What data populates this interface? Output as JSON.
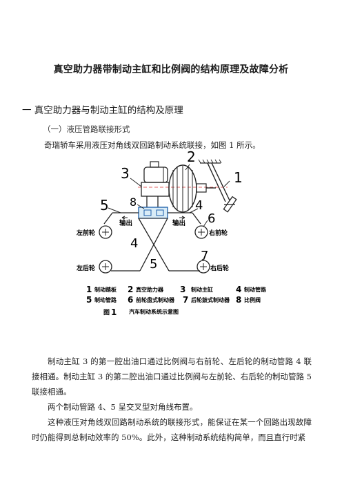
{
  "doc": {
    "title": "真空助力器带制动主缸和比例阀的结构原理及故障分析",
    "section1": "一  真空助力器与制动主缸的结构及原理",
    "subsection1": "（一）液压管路联接形式",
    "intro": "奇瑞轿车采用液压对角线双回路制动系统联接，如图 1 所示。",
    "para1": "制动主缸 3 的第一腔出油口通过比例阀与右前轮、左后轮的制动管路 4 联接相通。制动主缸 3 的第二腔出油口通过比例阀与左前轮、右后轮的制动管路 5 联接相通。",
    "para2": "两个制动管路 4、5 呈交叉型对角线布置。",
    "para3": "这种液压对角线双回路制动系统的联接形式，能保证在某一个回路出现故障时仍能得到总制动效率的 50%。此外，这种制动系统结构简单，而且直行时紧"
  },
  "figure": {
    "num_labels": [
      "1",
      "2",
      "3",
      "4",
      "5",
      "6",
      "7",
      "8"
    ],
    "out_left": "输出",
    "out_right": "输出",
    "wheel_lf": "左前轮",
    "wheel_rf": "右前轮",
    "wheel_lr": "左后轮",
    "wheel_rr": "右后轮",
    "diag4": "4",
    "diag5": "5",
    "legend": [
      {
        "num": "1",
        "text": "制动踏板"
      },
      {
        "num": "2",
        "text": "真空助力器"
      },
      {
        "num": "3",
        "text": "制动主缸"
      },
      {
        "num": "4",
        "text": "制动管路"
      },
      {
        "num": "5",
        "text": "制动管路"
      },
      {
        "num": "6",
        "text": "前轮盘式制动器"
      },
      {
        "num": "7",
        "text": "后轮鼓式制动器"
      },
      {
        "num": "8",
        "text": "比例阀"
      }
    ],
    "caption_prefix": "图",
    "caption_num": "1",
    "caption": "汽车制动系统示意图"
  }
}
